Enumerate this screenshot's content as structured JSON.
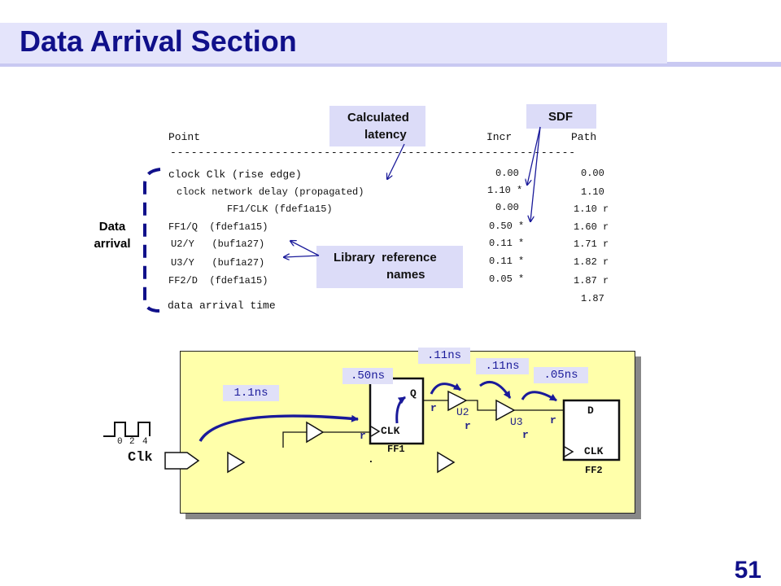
{
  "title": "Data Arrival Section",
  "page_number": "51",
  "callouts": {
    "calculated_latency": [
      "Calculated",
      "latency"
    ],
    "sdf": "SDF",
    "library_reference": [
      "Library  reference",
      "names"
    ],
    "data_arrival": [
      "Data",
      "arrival"
    ]
  },
  "report": {
    "headers": {
      "point": "Point",
      "incr": "Incr",
      "path": "Path"
    },
    "separator": "----------------------------------------------------------",
    "rows": [
      {
        "point": "clock Clk (rise edge)",
        "incr": "0.00",
        "path": "0.00"
      },
      {
        "point": "clock network delay (propagated)",
        "incr": "1.10 *",
        "path": "1.10"
      },
      {
        "point": "FF1/CLK (fdef1a15)",
        "incr": "0.00",
        "path": "1.10 r"
      },
      {
        "point": "FF1/Q  (fdef1a15)",
        "incr": "0.50 *",
        "path": "1.60 r"
      },
      {
        "point": "U2/Y   (buf1a27)",
        "incr": "0.11 *",
        "path": "1.71 r"
      },
      {
        "point": "U3/Y   (buf1a27)",
        "incr": "0.11 *",
        "path": "1.82 r"
      },
      {
        "point": "FF2/D  (fdef1a15)",
        "incr": "0.05 *",
        "path": "1.87 r"
      }
    ],
    "total": {
      "point": "data arrival time",
      "path": "1.87"
    }
  },
  "schematic": {
    "clock_port": "Clk",
    "waveform_ticks": [
      "0",
      "2",
      "4"
    ],
    "delays": {
      "clk_network": "1.1ns",
      "ff1": ".50ns",
      "u2": ".11ns",
      "u3": ".11ns",
      "ff2": ".05ns"
    },
    "ff1": {
      "name": "FF1",
      "q": "Q",
      "clk": "CLK"
    },
    "ff2": {
      "name": "FF2",
      "d": "D",
      "clk": "CLK"
    },
    "u2": "U2",
    "u3": "U3",
    "rise": "r",
    "dot": "."
  },
  "colors": {
    "accent": "#10108a",
    "callout": "#dcdcf8",
    "schematic_bg": "#ffffaa",
    "arrow": "#1a1a9a"
  }
}
